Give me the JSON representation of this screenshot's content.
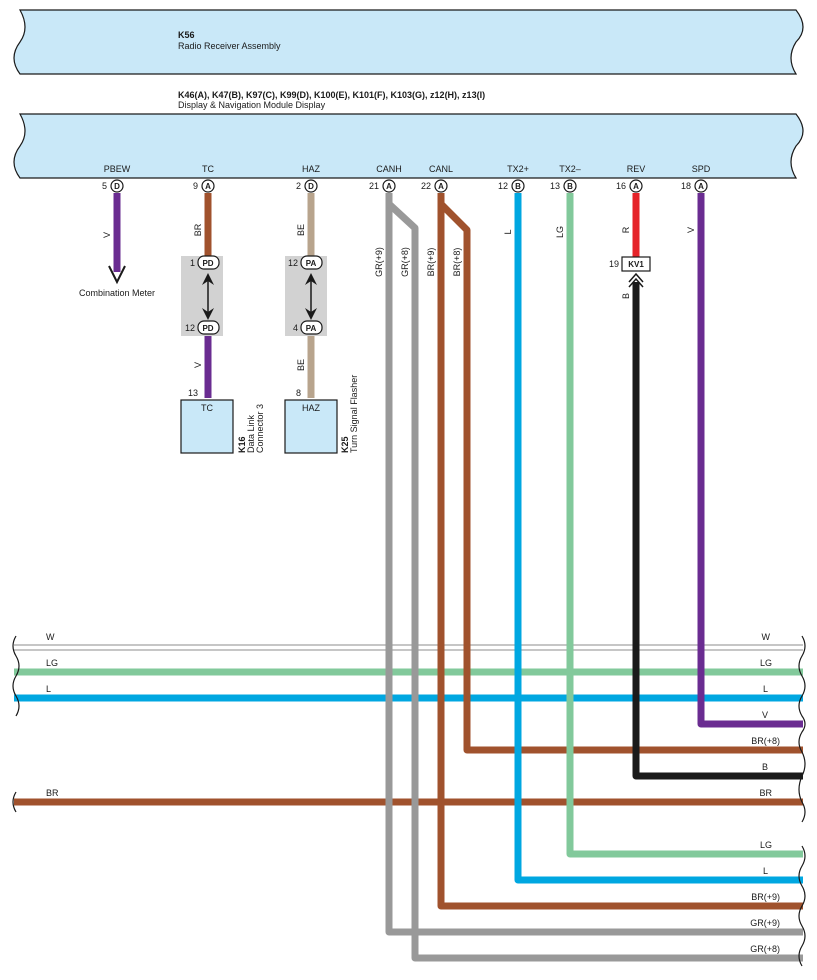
{
  "colors": {
    "box_fill": "#c9e8f8",
    "purple": "#6a2c91",
    "brown": "#a0522d",
    "tan": "#b8a48d",
    "gray": "#999999",
    "blue": "#00a7e1",
    "green": "#82c99b",
    "red": "#e52329",
    "black": "#1a1a1a",
    "connector_gray": "#d2d2d2"
  },
  "k56": {
    "code": "K56",
    "name": "Radio Receiver Assembly"
  },
  "module": {
    "codes": "K46(A), K47(B), K97(C), K99(D), K100(E), K101(F), K103(G), z12(H), z13(I)",
    "name": "Display & Navigation Module Display"
  },
  "pins": [
    {
      "signal": "PBEW",
      "num": "5",
      "conn": "D"
    },
    {
      "signal": "TC",
      "num": "9",
      "conn": "A"
    },
    {
      "signal": "HAZ",
      "num": "2",
      "conn": "D"
    },
    {
      "signal": "CANH",
      "num": "21",
      "conn": "A"
    },
    {
      "signal": "CANL",
      "num": "22",
      "conn": "A"
    },
    {
      "signal": "TX2+",
      "num": "12",
      "conn": "B"
    },
    {
      "signal": "TX2–",
      "num": "13",
      "conn": "B"
    },
    {
      "signal": "REV",
      "num": "16",
      "conn": "A"
    },
    {
      "signal": "SPD",
      "num": "18",
      "conn": "A"
    }
  ],
  "wire_codes": {
    "pbew": "V",
    "tc_top": "BR",
    "tc_bottom": "V",
    "haz_top": "BE",
    "haz_bottom": "BE",
    "canh_9": "GR(+9)",
    "canh_8": "GR(+8)",
    "canl_9": "BR(+9)",
    "canl_8": "BR(+8)",
    "tx2p": "L",
    "tx2m": "LG",
    "rev_top": "R",
    "rev_bottom": "B",
    "spd": "V"
  },
  "combination_meter": "Combination Meter",
  "tc_junction": {
    "top_pin": "1",
    "bottom_pin": "12",
    "conn": "PD"
  },
  "haz_junction": {
    "top_pin": "12",
    "bottom_pin": "4",
    "conn": "PA"
  },
  "kv1": {
    "pin": "19",
    "conn": "KV1"
  },
  "k16": {
    "pin": "13",
    "box": "TC",
    "code": "K16",
    "name1": "Data Link",
    "name2": "Connector 3"
  },
  "k25": {
    "pin": "8",
    "box": "HAZ",
    "code": "K25",
    "name": "Turn Signal Flasher"
  },
  "buses": [
    {
      "left": "W",
      "right": "W"
    },
    {
      "left": "LG",
      "right": "LG"
    },
    {
      "left": "L",
      "right": "L"
    },
    {
      "right": "V"
    },
    {
      "right": "BR(+8)"
    },
    {
      "right": "B"
    },
    {
      "left": "BR",
      "right": "BR"
    },
    {
      "right": "LG"
    },
    {
      "right": "L"
    },
    {
      "right": "BR(+9)"
    },
    {
      "right": "GR(+9)"
    },
    {
      "right": "GR(+8)"
    }
  ]
}
